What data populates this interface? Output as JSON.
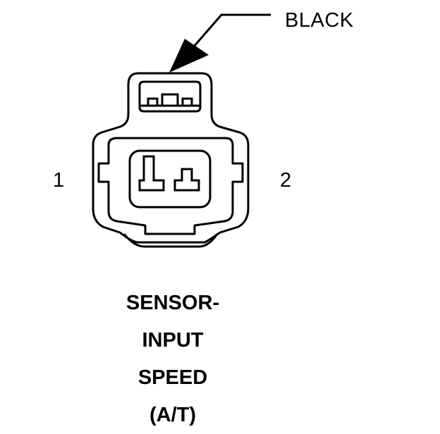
{
  "connector": {
    "color_label": "BLACK",
    "pins": [
      {
        "number": "1"
      },
      {
        "number": "2"
      }
    ],
    "title_lines": [
      "SENSOR-",
      "INPUT",
      "SPEED",
      "(A/T)"
    ]
  },
  "colors": {
    "line": "#000000",
    "background": "#ffffff"
  }
}
